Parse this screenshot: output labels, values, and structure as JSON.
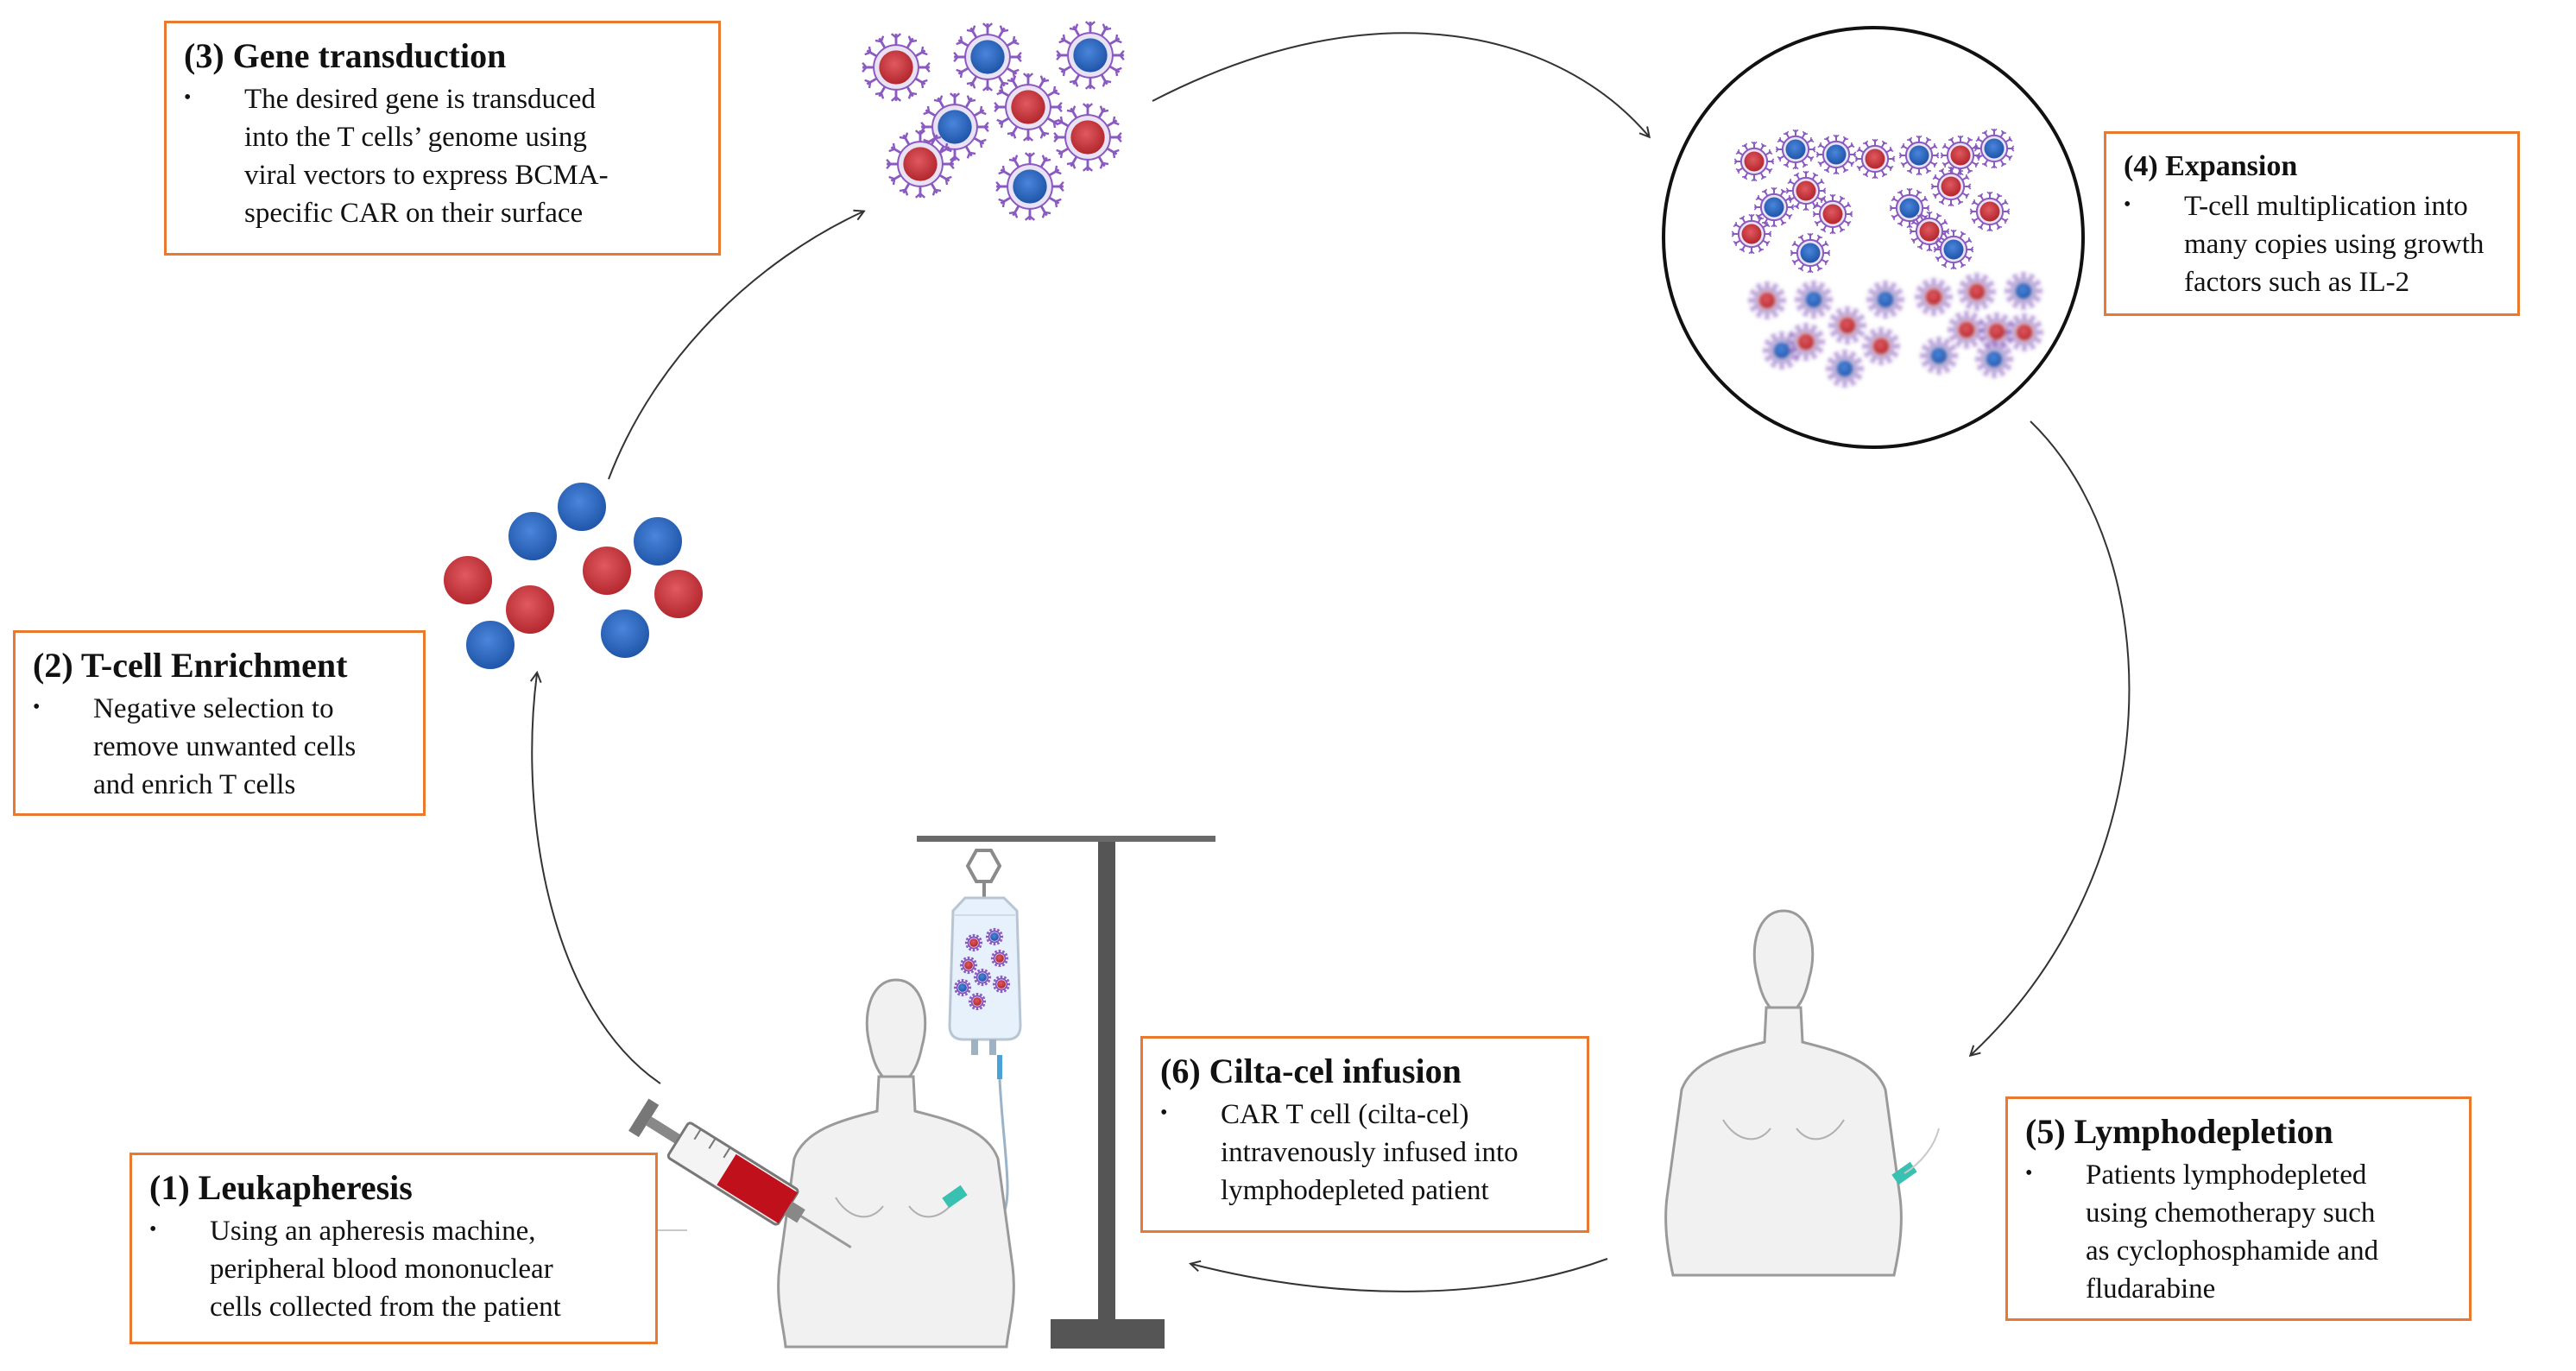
{
  "steps": [
    {
      "id": "step1",
      "title": "(1) Leukapheresis",
      "bullet": "•",
      "lines": [
        "Using an apheresis machine,",
        "peripheral blood mononuclear",
        "cells collected from the patient"
      ]
    },
    {
      "id": "step2",
      "title": "(2) T-cell Enrichment",
      "bullet": "•",
      "lines": [
        "Negative selection to",
        "remove unwanted cells",
        "and enrich T cells"
      ]
    },
    {
      "id": "step3",
      "title": "(3) Gene transduction",
      "bullet": "•",
      "lines": [
        "The desired gene is transduced",
        "into the T cells’ genome   using",
        "viral vectors to express BCMA-",
        "specific CAR on their surface"
      ]
    },
    {
      "id": "step4",
      "title": "(4) Expansion",
      "bullet": "•",
      "lines": [
        "T-cell  multiplication into",
        "many copies using growth",
        "factors such as IL-2"
      ]
    },
    {
      "id": "step5",
      "title": "(5) Lymphodepletion",
      "bullet": "•",
      "lines": [
        "Patients lymphodepleted",
        "using chemotherapy such",
        "as cyclophosphamide and",
        "fludarabine"
      ]
    },
    {
      "id": "step6",
      "title": "(6) Cilta-cel infusion",
      "bullet": "•",
      "lines": [
        "CAR T cell (cilta-cel)",
        "intravenously infused into",
        "lymphodepleted patient"
      ]
    }
  ],
  "colors": {
    "box_border": "#e8792f",
    "cell_red": "#d4434a",
    "cell_blue": "#2f6ec9",
    "receptor": "#8a5ac0",
    "arrow": "#333333",
    "figure_fill": "#f1f1f1",
    "figure_stroke": "#9a9a9a",
    "pole": "#555555",
    "blood": "#c0101c"
  },
  "icons": [
    "syringe-icon",
    "person-icon",
    "iv-bag-icon",
    "iv-pole-icon",
    "t-cell-icon",
    "car-t-cell-icon"
  ]
}
